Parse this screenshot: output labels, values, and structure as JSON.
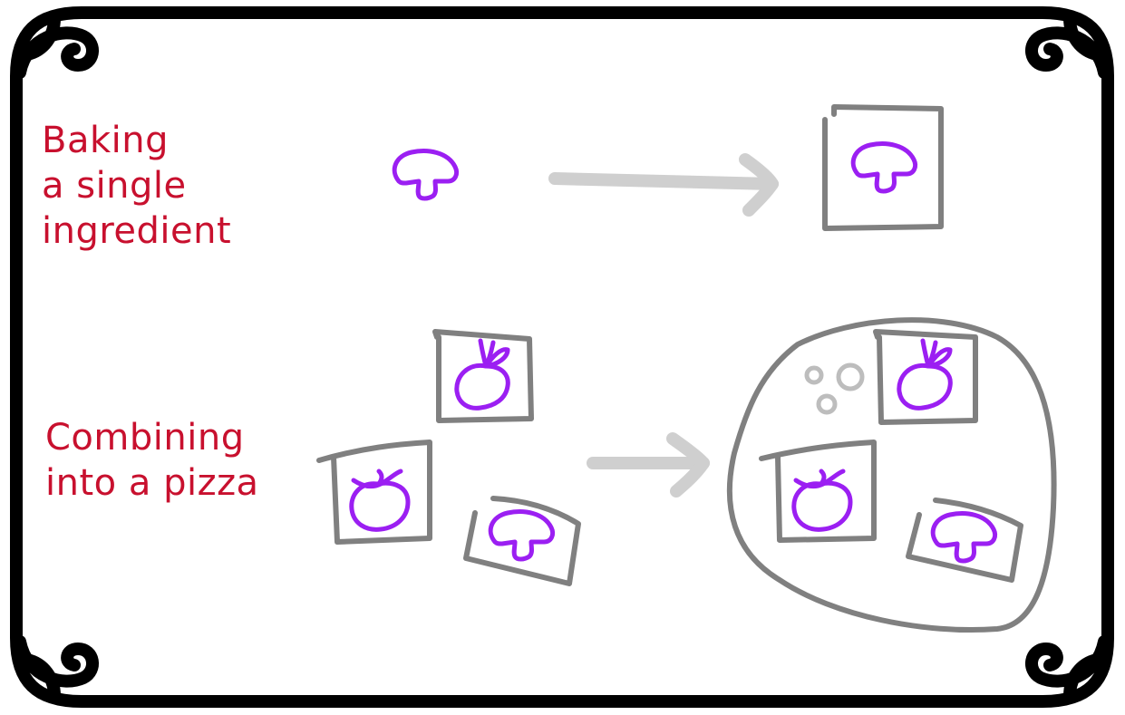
{
  "colors": {
    "frame": "#000000",
    "label": "#c8102e",
    "ingredient": "#9b1ff2",
    "box": "#808080",
    "arrow": "#cfcfcf",
    "background": "#ffffff"
  },
  "rows": {
    "baking": {
      "lines": [
        "Baking",
        "a single",
        "ingredient"
      ],
      "input_icons": [
        "mushroom-icon"
      ],
      "output_icons": [
        "mushroom-icon"
      ]
    },
    "combining": {
      "lines": [
        "Combining",
        "into a pizza"
      ],
      "input_icons": [
        "beet-icon",
        "tomato-icon",
        "mushroom-icon"
      ],
      "output_icons": [
        "beet-icon",
        "tomato-icon",
        "mushroom-icon"
      ]
    }
  }
}
